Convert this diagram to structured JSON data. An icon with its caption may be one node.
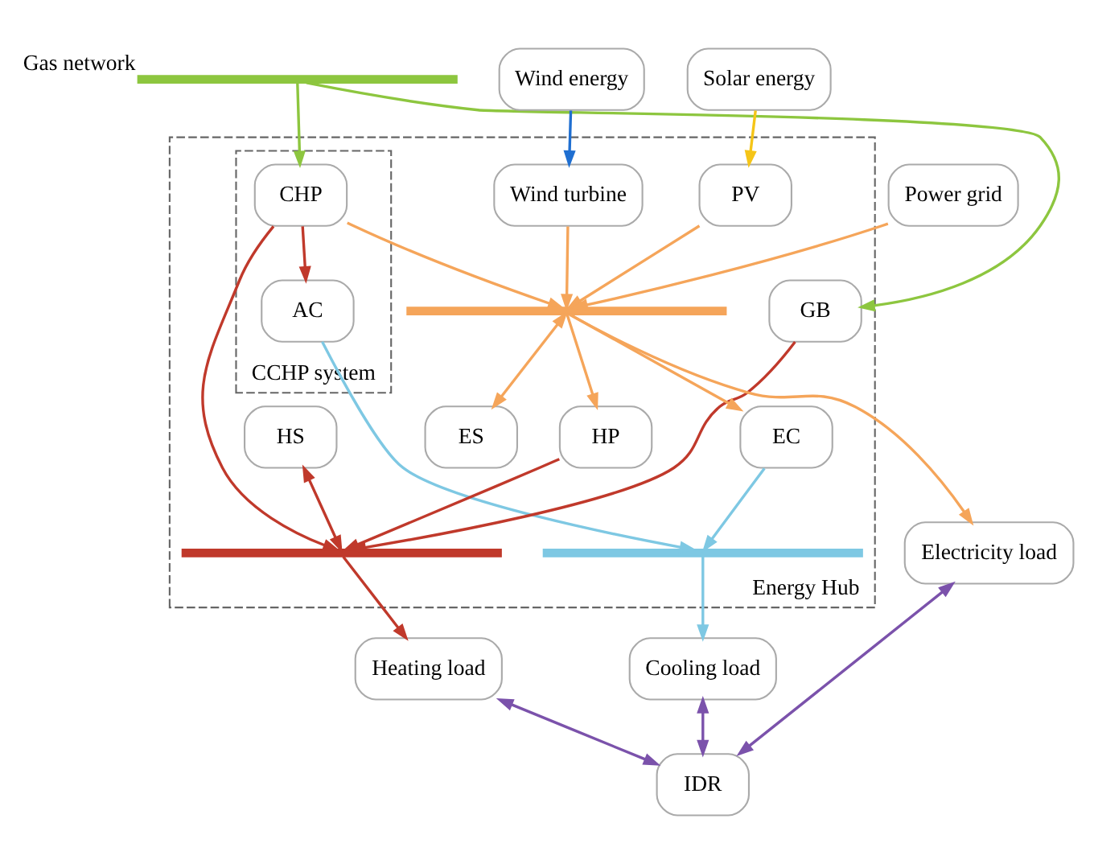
{
  "diagram": {
    "nodes": [
      {
        "text": [
          "Energy Hub"
        ]
      },
      {
        "text": [
          "CCHP system"
        ],
        "in": 0
      },
      {
        "text": [],
        "shape": "bar",
        "beside": [
          "Gas network"
        ]
      },
      {
        "text": [
          "Power grid"
        ]
      },
      {
        "text": [
          "Solar energy"
        ]
      },
      {
        "text": [
          "Wind energy"
        ]
      },
      {
        "text": [
          "GB"
        ],
        "in": 0
      },
      {
        "text": [
          "CHP"
        ],
        "in": 1
      },
      {
        "text": [
          "PV"
        ],
        "in": 0
      },
      {
        "text": [
          "Wind turbine"
        ],
        "in": 0
      },
      {
        "text": [],
        "shape": "bar",
        "in": 0
      },
      {
        "text": [
          "HS"
        ],
        "in": 0
      },
      {
        "text": [
          "HP"
        ],
        "in": 0
      },
      {
        "text": [
          "AC"
        ],
        "in": 1
      },
      {
        "text": [
          "EC"
        ],
        "in": 0
      },
      {
        "text": [
          "ES"
        ],
        "in": 0
      },
      {
        "text": [],
        "shape": "bar",
        "in": 0
      },
      {
        "text": [],
        "shape": "bar",
        "in": 0
      },
      {
        "text": [
          "Heating load"
        ]
      },
      {
        "text": [
          "Cooling load"
        ]
      },
      {
        "text": [
          "Electricity load"
        ]
      },
      {
        "text": [
          "IDR"
        ]
      }
    ],
    "edges": [
      {
        "from": 2,
        "to": 6,
        "arrow": "to",
        "color": "#8dc63f"
      },
      {
        "from": 2,
        "to": 7,
        "arrow": "to",
        "color": "#8dc63f"
      },
      {
        "from": 4,
        "to": 8,
        "arrow": "to",
        "color": "#f5c518"
      },
      {
        "from": 5,
        "to": 9,
        "arrow": "to",
        "color": "#1f6fd1"
      },
      {
        "from": 3,
        "to": 10,
        "arrow": "to"
      },
      {
        "from": 7,
        "to": 10,
        "arrow": "to"
      },
      {
        "from": 8,
        "to": 10,
        "arrow": "to"
      },
      {
        "from": 9,
        "to": 10,
        "arrow": "to"
      },
      {
        "from": 10,
        "to": 12,
        "arrow": "to"
      },
      {
        "from": 10,
        "to": 14,
        "arrow": "to"
      },
      {
        "from": 10,
        "to": 15,
        "arrow": "both"
      },
      {
        "from": 10,
        "to": 20,
        "arrow": "to"
      },
      {
        "from": 7,
        "to": 13,
        "arrow": "to",
        "color": "#c0392b"
      },
      {
        "from": 7,
        "to": 16,
        "arrow": "to",
        "color": "#c0392b"
      },
      {
        "from": 6,
        "to": 16,
        "arrow": "to",
        "color": "#c0392b"
      },
      {
        "from": 11,
        "to": 16,
        "arrow": "both",
        "color": "#c0392b"
      },
      {
        "from": 12,
        "to": 16,
        "arrow": "to",
        "color": "#c0392b"
      },
      {
        "from": 13,
        "to": 17,
        "arrow": "to",
        "color": "#7ec8e3"
      },
      {
        "from": 14,
        "to": 17,
        "arrow": "to",
        "color": "#7ec8e3"
      },
      {
        "from": 16,
        "to": 18,
        "arrow": "to",
        "color": "#c0392b"
      },
      {
        "from": 17,
        "to": 19,
        "arrow": "to",
        "color": "#7ec8e3"
      },
      {
        "from": 18,
        "to": 21,
        "arrow": "both",
        "color": "#7b52ab"
      },
      {
        "from": 19,
        "to": 21,
        "arrow": "both",
        "color": "#7b52ab"
      },
      {
        "from": 20,
        "to": 21,
        "arrow": "both",
        "color": "#7b52ab"
      }
    ]
  }
}
